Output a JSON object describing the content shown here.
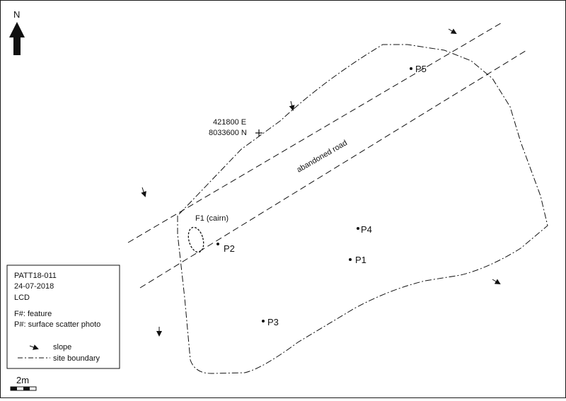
{
  "north": {
    "label": "N"
  },
  "coordinate": {
    "easting": "421800 E",
    "northing": "8033600 N"
  },
  "road_label": "abandoned road",
  "feature_label": "F1 (cairn)",
  "points": [
    {
      "id": "P1",
      "label": "P1"
    },
    {
      "id": "P2",
      "label": "P2"
    },
    {
      "id": "P3",
      "label": "P3"
    },
    {
      "id": "P4",
      "label": "P4"
    },
    {
      "id": "P5",
      "label": "P5"
    }
  ],
  "legend": {
    "site_code": "PATT18-011",
    "date": "24-07-2018",
    "recorder": "LCD",
    "feature_key": "F#: feature",
    "photo_key": "P#: surface scatter photo",
    "slope_label": "slope",
    "boundary_label": "site boundary"
  },
  "scale": {
    "label": "2m"
  },
  "colors": {
    "ink": "#111111",
    "background": "#ffffff"
  }
}
